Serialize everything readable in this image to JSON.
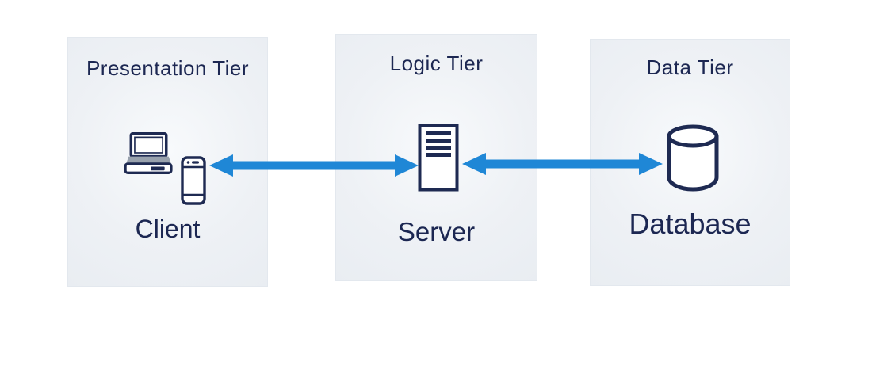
{
  "diagram": {
    "tiers": [
      {
        "title": "Presentation Tier",
        "label": "Client",
        "icons": [
          "laptop-icon",
          "smartphone-icon"
        ]
      },
      {
        "title": "Logic Tier",
        "label": "Server",
        "icons": [
          "server-icon"
        ]
      },
      {
        "title": "Data Tier",
        "label": "Database",
        "icons": [
          "database-icon"
        ]
      }
    ],
    "connections": [
      {
        "from": "Client",
        "to": "Server",
        "direction": "bidirectional"
      },
      {
        "from": "Server",
        "to": "Database",
        "direction": "bidirectional"
      }
    ],
    "colors": {
      "arrow": "#1f87d6",
      "panel_background": "#eef1f5",
      "text": "#1c2752",
      "icon_stroke": "#1e2a52",
      "laptop_keyboard": "#98a1ad",
      "page_background": "#ffffff"
    }
  }
}
